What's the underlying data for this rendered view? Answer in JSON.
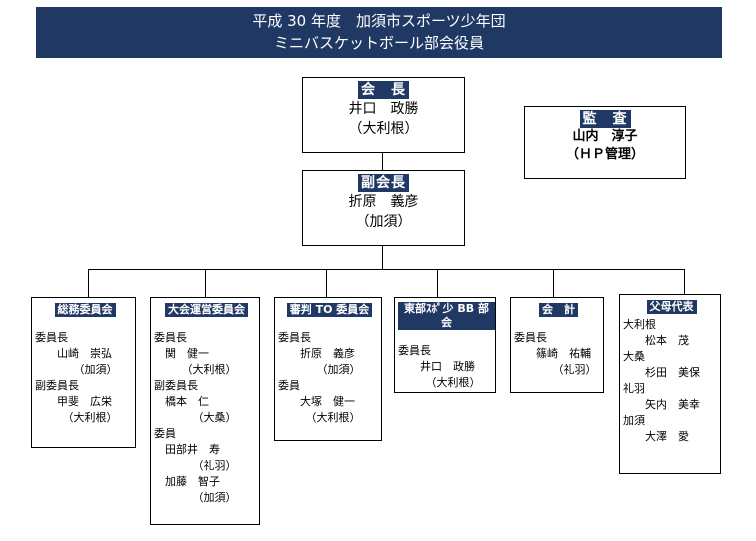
{
  "title": {
    "line1": "平成 30 年度　加須市スポーツ少年団",
    "line2": "ミニバスケットボール部会役員"
  },
  "president": {
    "role": "会　長",
    "name": "井口　政勝",
    "club": "（大利根）"
  },
  "auditor": {
    "role": "監　査",
    "name": "山内　淳子",
    "note": "（ＨＰ管理）"
  },
  "vice_president": {
    "role": "副会長",
    "name": "折原　義彦",
    "club": "（加須）"
  },
  "committees": [
    {
      "name": "総務委員会",
      "lines": [
        "委員長",
        "　　山崎　崇弘",
        "　　　　（加須）",
        "副委員長",
        "　　甲斐　広栄",
        "　　　（大利根）"
      ]
    },
    {
      "name": "大会運営委員会",
      "lines": [
        "委員長",
        "　関　健一",
        "　　　（大利根）",
        "副委員長",
        "　橋本　仁",
        "　　　　（大桑）",
        "委員",
        "　田部井　寿",
        "　　　　（礼羽）",
        "　加藤　智子",
        "　　　　（加須）"
      ]
    },
    {
      "name": "審判 TO 委員会",
      "lines": [
        "委員長",
        "　　折原　義彦",
        "　　　　（加須）",
        "委員",
        "　　大塚　健一",
        "　　　（大利根）"
      ]
    },
    {
      "name": "東部ｽﾎﾟ少 BB 部会",
      "lines": [
        "委員長",
        "　　井口　政勝",
        "　　　（大利根）"
      ]
    },
    {
      "name": "会　計",
      "lines": [
        "委員長",
        "　　篠崎　祐輔",
        "　　　　（礼羽）"
      ]
    },
    {
      "name": "父母代表",
      "lines": [
        "大利根",
        "　　松本　茂",
        "大桑",
        "　　杉田　美保",
        "礼羽",
        "　　矢内　美幸",
        "加須",
        "　　大澤　愛"
      ]
    }
  ]
}
